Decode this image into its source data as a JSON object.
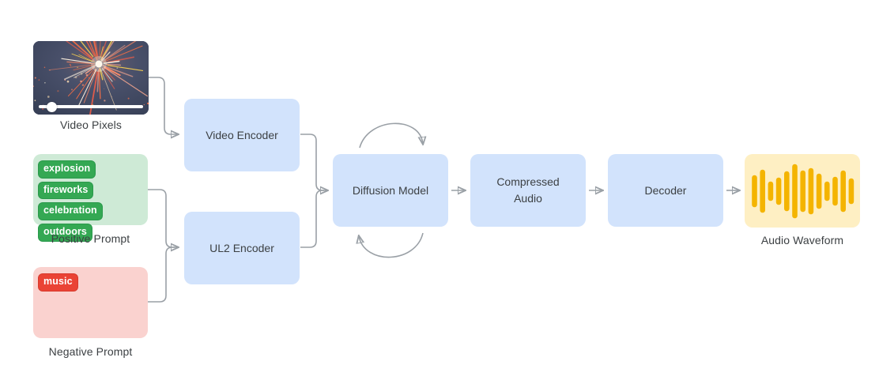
{
  "colors": {
    "node_fill": "#d2e3fc",
    "text": "#3c4043",
    "connector": "#9aa0a6",
    "positive_box": "#ceead6",
    "positive_tag": "#34a853",
    "negative_box": "#fad2cf",
    "negative_tag": "#ea4335",
    "output_box": "#feefc3",
    "waveform_bar": "#f4b400"
  },
  "inputs": {
    "video": {
      "label": "Video Pixels",
      "progress_percent": 16
    },
    "positive_prompt": {
      "label": "Positive Prompt",
      "tags": [
        "explosion",
        "fireworks",
        "celebration",
        "outdoors"
      ]
    },
    "negative_prompt": {
      "label": "Negative Prompt",
      "tags": [
        "music"
      ]
    }
  },
  "nodes": {
    "video_encoder": {
      "label": "Video Encoder"
    },
    "ul2_encoder": {
      "label": "UL2 Encoder"
    },
    "diffusion_model": {
      "label": "Diffusion Model"
    },
    "compressed_audio": {
      "label": "Compressed Audio"
    },
    "decoder": {
      "label": "Decoder"
    }
  },
  "output": {
    "label": "Audio Waveform",
    "waveform_bars": [
      34,
      48,
      18,
      28,
      44,
      62,
      46,
      52,
      38,
      18,
      30,
      46,
      26
    ]
  }
}
